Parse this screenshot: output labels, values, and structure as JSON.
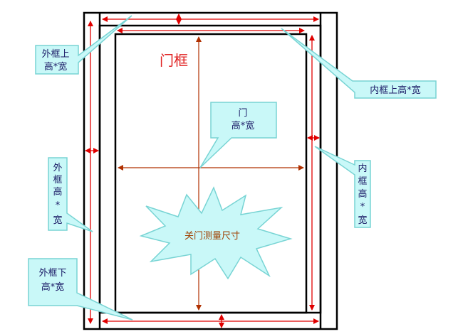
{
  "title": "门框",
  "callouts": {
    "outer_top": [
      "外框上",
      "高*宽"
    ],
    "inner_top": [
      "内框上高*宽"
    ],
    "door": [
      "门",
      "高*宽"
    ],
    "outer_side": [
      "外",
      "框",
      "高",
      "*",
      "宽"
    ],
    "inner_side": [
      "内",
      "框",
      "高",
      "*",
      "宽"
    ],
    "outer_bottom": [
      "外框下",
      "高*宽"
    ]
  },
  "burst_label": "关门测量尺寸",
  "colors": {
    "frame": "#000000",
    "arrow_red": "#e00000",
    "arrow_dark": "#b03000",
    "title": "#e02020",
    "callout_fill": "#c9f8f8",
    "callout_stroke": "#78d4d4",
    "callout_text": "#1a1a66",
    "burst_text": "#a04000"
  }
}
